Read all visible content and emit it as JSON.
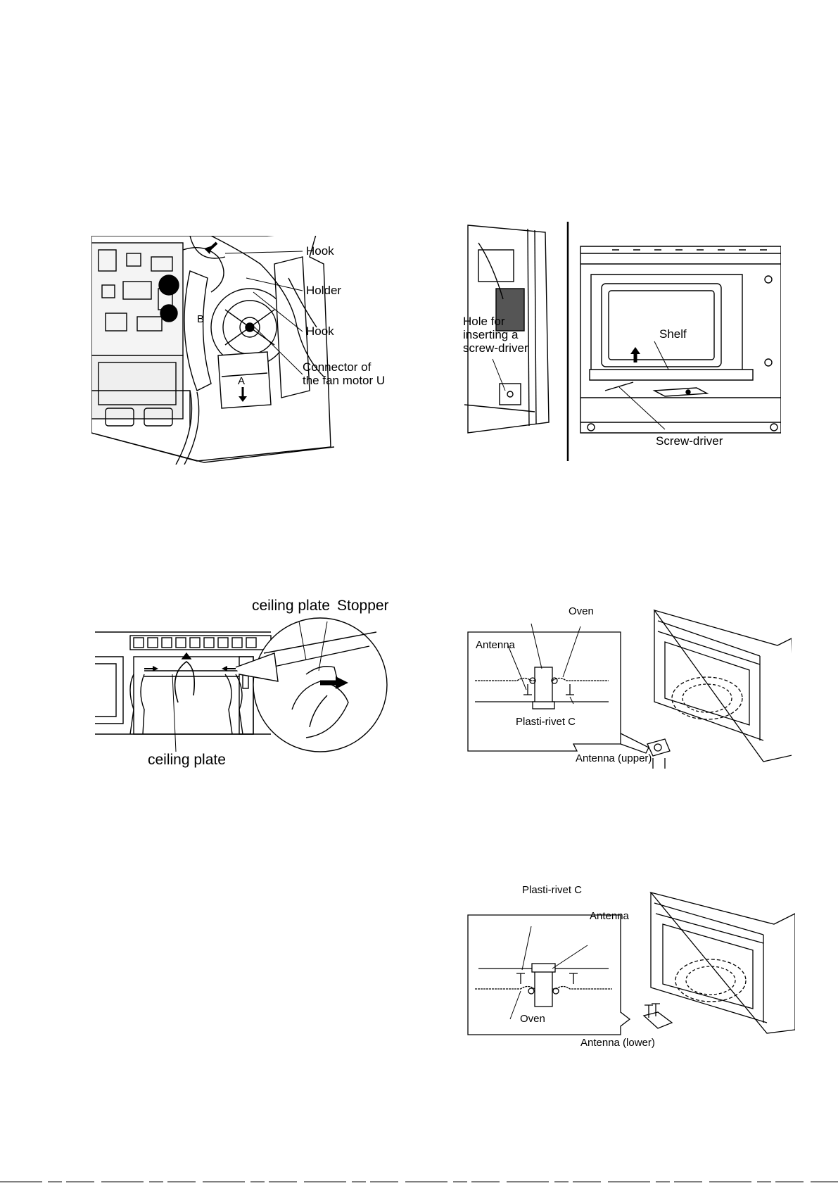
{
  "figure_fan_motor": {
    "labels": {
      "hook_top": "Hook",
      "holder": "Holder",
      "hook_bottom": "Hook",
      "connector": "Connector of\nthe fan motor U",
      "marker_a": "A",
      "marker_b": "B"
    }
  },
  "figure_shelf": {
    "labels": {
      "hole": "Hole for\ninserting a\nscrew-driver",
      "shelf": "Shelf",
      "screwdriver": "Screw-driver"
    }
  },
  "figure_ceiling_plate": {
    "labels": {
      "ceiling_plate_top": "ceiling plate",
      "stopper": "Stopper",
      "ceiling_plate_bottom": "ceiling plate"
    }
  },
  "figure_antenna_upper": {
    "labels": {
      "oven": "Oven",
      "antenna": "Antenna",
      "rivet": "Plasti-rivet C",
      "caption": "Antenna (upper)"
    }
  },
  "figure_antenna_lower": {
    "labels": {
      "rivet": "Plasti-rivet C",
      "antenna": "Antenna",
      "oven": "Oven",
      "caption": "Antenna (lower)"
    }
  }
}
